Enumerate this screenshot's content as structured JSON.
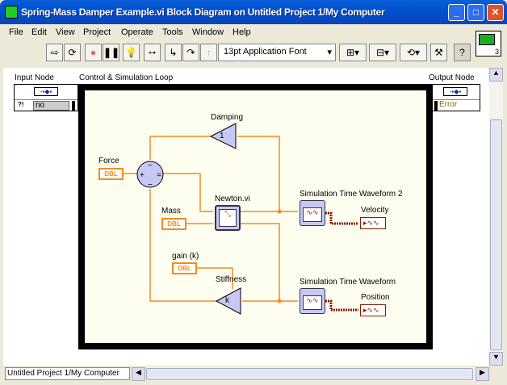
{
  "window": {
    "title": "Spring-Mass Damper Example.vi Block Diagram on Untitled Project 1/My Computer"
  },
  "menu": [
    "File",
    "Edit",
    "View",
    "Project",
    "Operate",
    "Tools",
    "Window",
    "Help"
  ],
  "toolbar": {
    "font": "13pt Application Font",
    "icon_badge": "3"
  },
  "diagram": {
    "input_node": {
      "label": "Input Node",
      "value": "no",
      "marker": "?!"
    },
    "loop_label": "Control & Simulation Loop",
    "output_node": {
      "label": "Output Node",
      "value": "Error"
    },
    "damping": {
      "label": "Damping",
      "value": "1"
    },
    "force": {
      "label": "Force",
      "type": "DBL"
    },
    "mass": {
      "label": "Mass",
      "type": "DBL"
    },
    "gain": {
      "label": "gain (k)",
      "type": "DBL"
    },
    "stiffness": {
      "label": "Stiffness",
      "value": "k"
    },
    "newton": {
      "label": "Newton.vi"
    },
    "waveform2": {
      "label": "Simulation Time Waveform 2"
    },
    "waveform1": {
      "label": "Simulation Time Waveform"
    },
    "velocity": {
      "label": "Velocity"
    },
    "position": {
      "label": "Position"
    }
  },
  "status": {
    "project": "Untitled Project 1/My Computer"
  },
  "colors": {
    "wire": "#f28c1e",
    "waveform_wire": "#8b1a00",
    "loop_border": "#000000",
    "loop_bg": "#fefef0",
    "node_fill": "#c8c8f4"
  }
}
